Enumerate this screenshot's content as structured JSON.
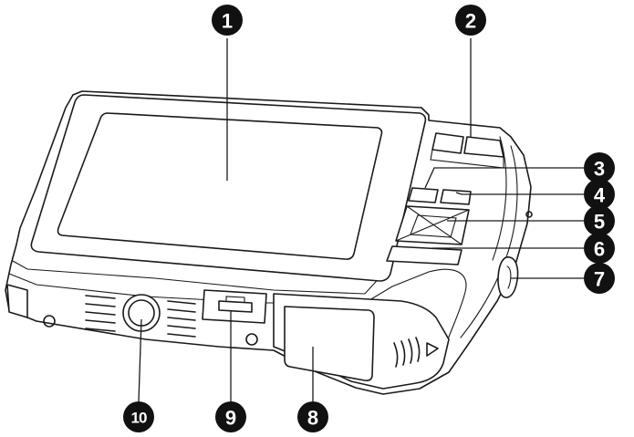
{
  "diagram": {
    "callouts": [
      {
        "id": "1",
        "label": "1"
      },
      {
        "id": "2",
        "label": "2"
      },
      {
        "id": "3",
        "label": "3"
      },
      {
        "id": "4",
        "label": "4"
      },
      {
        "id": "5",
        "label": "5"
      },
      {
        "id": "6",
        "label": "6"
      },
      {
        "id": "7",
        "label": "7"
      },
      {
        "id": "8",
        "label": "8"
      },
      {
        "id": "9",
        "label": "9"
      },
      {
        "id": "10",
        "label": "10"
      }
    ],
    "colors": {
      "outline": "#1a1a1a",
      "callout": "#111111",
      "callout_text": "#ffffff",
      "body_fill": "#ffffff"
    }
  }
}
